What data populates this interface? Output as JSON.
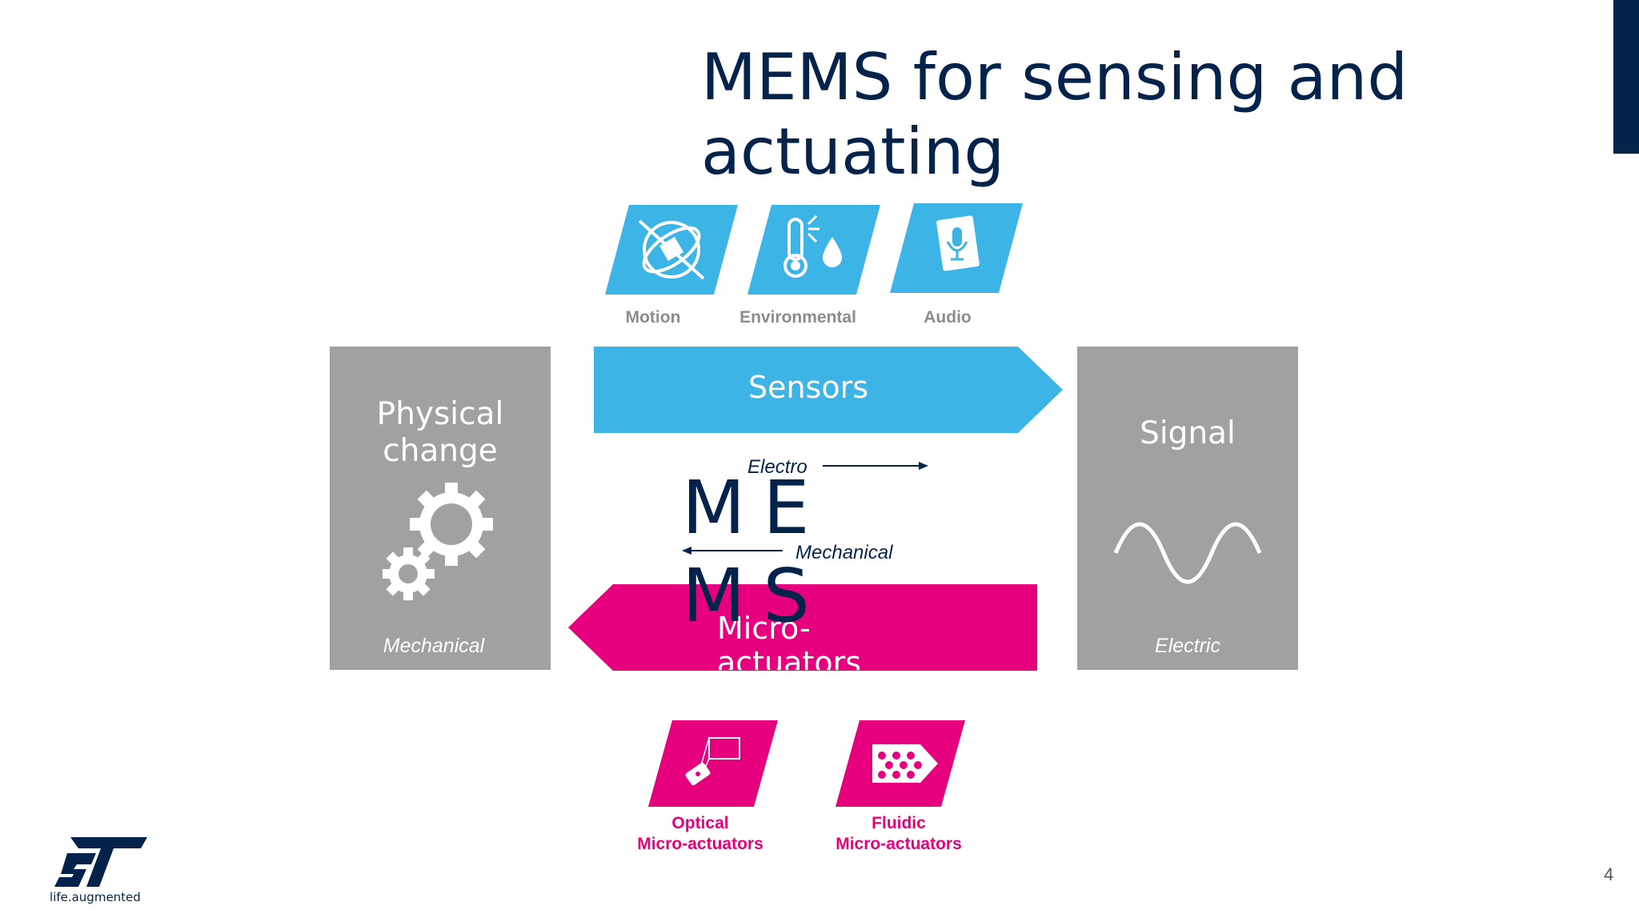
{
  "slide": {
    "title": "MEMS for sensing and actuating",
    "page_number": "4"
  },
  "sensor_icons": [
    {
      "label": "Motion",
      "icon": "motion-icon"
    },
    {
      "label": "Environmental",
      "icon": "thermometer-drop-icon"
    },
    {
      "label": "Audio",
      "icon": "microphone-icon"
    }
  ],
  "physical_box": {
    "title": "Physical change",
    "subtitle": "Mechanical",
    "icon": "gears-icon"
  },
  "signal_box": {
    "title": "Signal",
    "subtitle": "Electric",
    "icon": "wave-icon"
  },
  "sensors_arrow": {
    "label": "Sensors"
  },
  "actuators_arrow": {
    "label": "Micro-actuators"
  },
  "mems": {
    "text": "MEMS",
    "electro": "Electro",
    "mechanical": "Mechanical"
  },
  "actuator_icons": [
    {
      "label_line1": "Optical",
      "label_line2": "Micro-actuators",
      "icon": "optical-projector-icon"
    },
    {
      "label_line1": "Fluidic",
      "label_line2": "Micro-actuators",
      "icon": "fluidic-droplets-icon"
    }
  ],
  "logo": {
    "brand": "ST",
    "tagline": "life.augmented"
  },
  "colors": {
    "navy": "#03234b",
    "sky": "#3cb4e6",
    "magenta": "#e6007e",
    "gray": "#a1a1a4"
  }
}
